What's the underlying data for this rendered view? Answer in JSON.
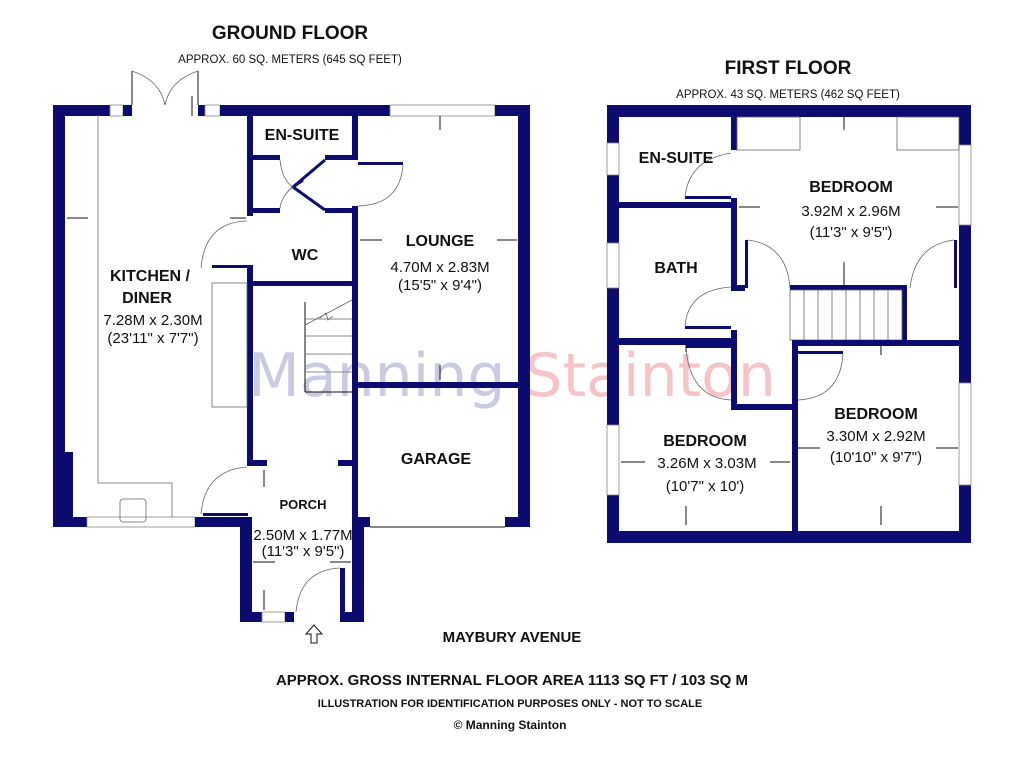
{
  "ground_floor": {
    "title": "GROUND FLOOR",
    "area": "APPROX. 60 SQ. METERS (645 SQ FEET)",
    "rooms": {
      "ensuite": {
        "name": "EN-SUITE"
      },
      "wc": {
        "name": "WC"
      },
      "lounge": {
        "name": "LOUNGE",
        "metric": "4.70M x 2.83M",
        "imperial": "(15'5\" x 9'4\")"
      },
      "kitchen": {
        "name_line1": "KITCHEN /",
        "name_line2": "DINER",
        "metric": "7.28M x 2.30M",
        "imperial": "(23'11\" x 7'7\")"
      },
      "garage": {
        "name": "GARAGE"
      },
      "porch": {
        "name": "PORCH",
        "metric": "2.50M x 1.77M",
        "imperial": "(11'3\" x 9'5\")"
      }
    }
  },
  "first_floor": {
    "title": "FIRST FLOOR",
    "area": "APPROX. 43 SQ. METERS (462 SQ FEET)",
    "rooms": {
      "ensuite": {
        "name": "EN-SUITE"
      },
      "bath": {
        "name": "BATH"
      },
      "bedroom1": {
        "name": "BEDROOM",
        "metric": "3.92M x 2.96M",
        "imperial": "(11'3\" x 9'5\")"
      },
      "bedroom2": {
        "name": "BEDROOM",
        "metric": "3.26M x 3.03M",
        "imperial": "(10'7\" x 10')"
      },
      "bedroom3": {
        "name": "BEDROOM",
        "metric": "3.30M x 2.92M",
        "imperial": "(10'10\" x 9'7\")"
      }
    }
  },
  "street": "MAYBURY AVENUE",
  "gross_area": "APPROX. GROSS INTERNAL FLOOR AREA 1113 SQ FT / 103 SQ M",
  "disclaimer": "ILLUSTRATION FOR IDENTIFICATION PURPOSES ONLY - NOT TO SCALE",
  "copyright": "© Manning Stainton",
  "watermark": {
    "part1": "Manning",
    "part2": "Stainton"
  },
  "colors": {
    "wall": "#0c0b70",
    "watermark1": "#c9cce0",
    "watermark2": "#f4c4c8"
  }
}
